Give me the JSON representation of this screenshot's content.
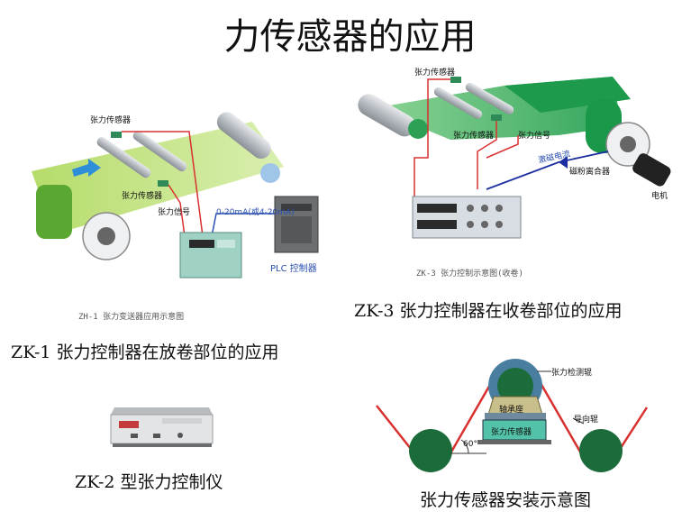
{
  "page": {
    "title": "力传感器的应用"
  },
  "fig1": {
    "caption": "ZK-1  张力控制器在放卷部位的应用",
    "subcaption": "ZH-1 张力变送器应用示意图",
    "labels": {
      "sensor_top": "张力传感器",
      "sensor_bottom": "张力传感器",
      "signal": "张力信号",
      "current": "0-20mA(或4-20mA)",
      "plc": "PLC 控制器"
    }
  },
  "fig2": {
    "caption": "ZK-3  张力控制器在收卷部位的应用",
    "subcaption": "ZK-3 张力控制示意图(收卷)",
    "labels": {
      "sensor_top": "张力传感器",
      "sensor_bottom": "张力传感器",
      "signal": "张力信号",
      "excitation": "激磁电流",
      "clutch": "磁粉离合器",
      "motor": "电机"
    }
  },
  "fig3": {
    "caption": "ZK-2 型张力控制仪"
  },
  "fig4": {
    "caption": "张力传感器安装示意图",
    "labels": {
      "detect_roll": "张力检测辊",
      "bearing": "轴承座",
      "sensor": "张力传感器",
      "guide_roll": "导向辊",
      "angle": "60°"
    }
  },
  "colors": {
    "web_green": "#7cc242",
    "red_wire": "#d93030",
    "blue_wire": "#2a4fb0"
  }
}
